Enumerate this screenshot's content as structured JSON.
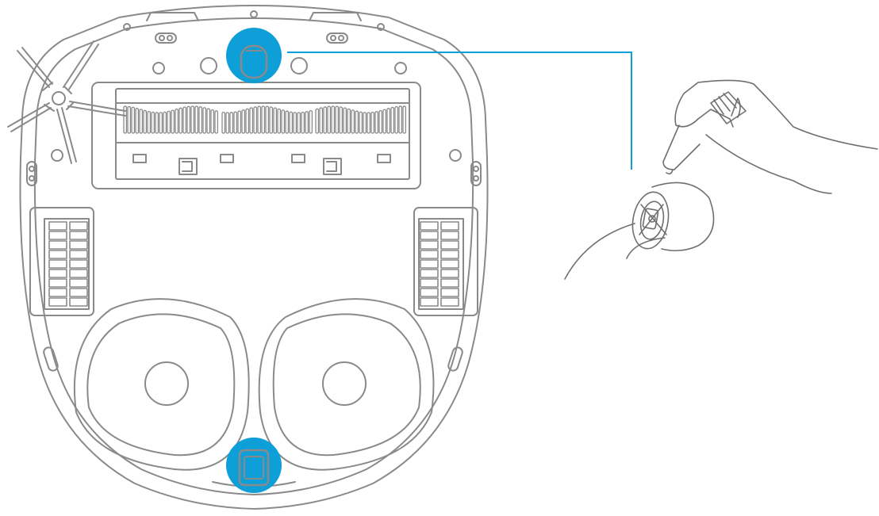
{
  "colors": {
    "line": "#8a8a8a",
    "accent": "#0f9fd8",
    "hand": "#6f6f6f",
    "background": "#ffffff"
  },
  "diagram": {
    "subject": "robot-vacuum-underside",
    "highlighted_parts": [
      "front-caster-wheel",
      "rear-caster-wheel"
    ],
    "detail_view": "hand-cleaning-caster-wheel"
  }
}
